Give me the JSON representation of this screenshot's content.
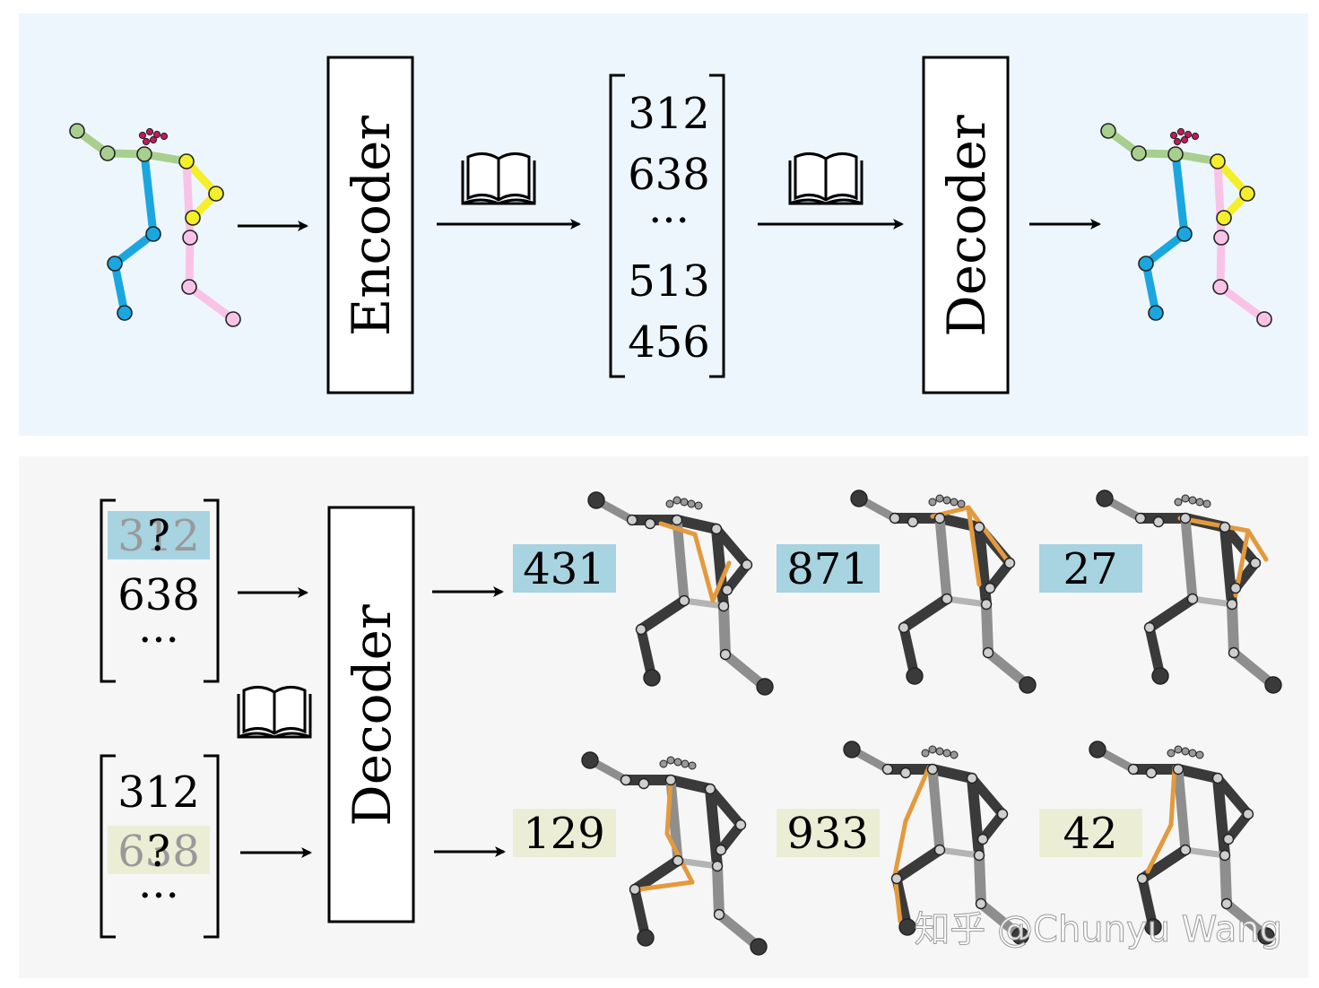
{
  "top_panel": {
    "encoder_label": "Encoder",
    "decoder_label": "Decoder",
    "tokens": [
      "312",
      "638",
      "···",
      "513",
      "456"
    ],
    "background": "#eef6fd"
  },
  "bottom_panel": {
    "decoder_label": "Decoder",
    "background": "#f6f6f6",
    "query_a": {
      "masked": "312",
      "mark": "?",
      "rest": [
        "638",
        "···"
      ],
      "highlight": "#a8d3e0"
    },
    "query_b": {
      "first": "312",
      "masked": "638",
      "mark": "?",
      "rest": [
        "···"
      ],
      "highlight": "#ebeed5"
    },
    "row_a_candidates": [
      "431",
      "871",
      "27"
    ],
    "row_b_candidates": [
      "129",
      "933",
      "42"
    ]
  },
  "watermark": "知乎 @Chunyu Wang",
  "colors": {
    "green": "#a9cf8f",
    "yellow": "#f5ef2a",
    "blue": "#1aa7e0",
    "pink": "#f9c3e8",
    "head": "#c2185b",
    "orange": "#e39a3e",
    "dark": "#3a3a3a",
    "mid": "#8e8e8e",
    "light": "#b4b4b4"
  },
  "icons": [
    "codebook-icon"
  ]
}
